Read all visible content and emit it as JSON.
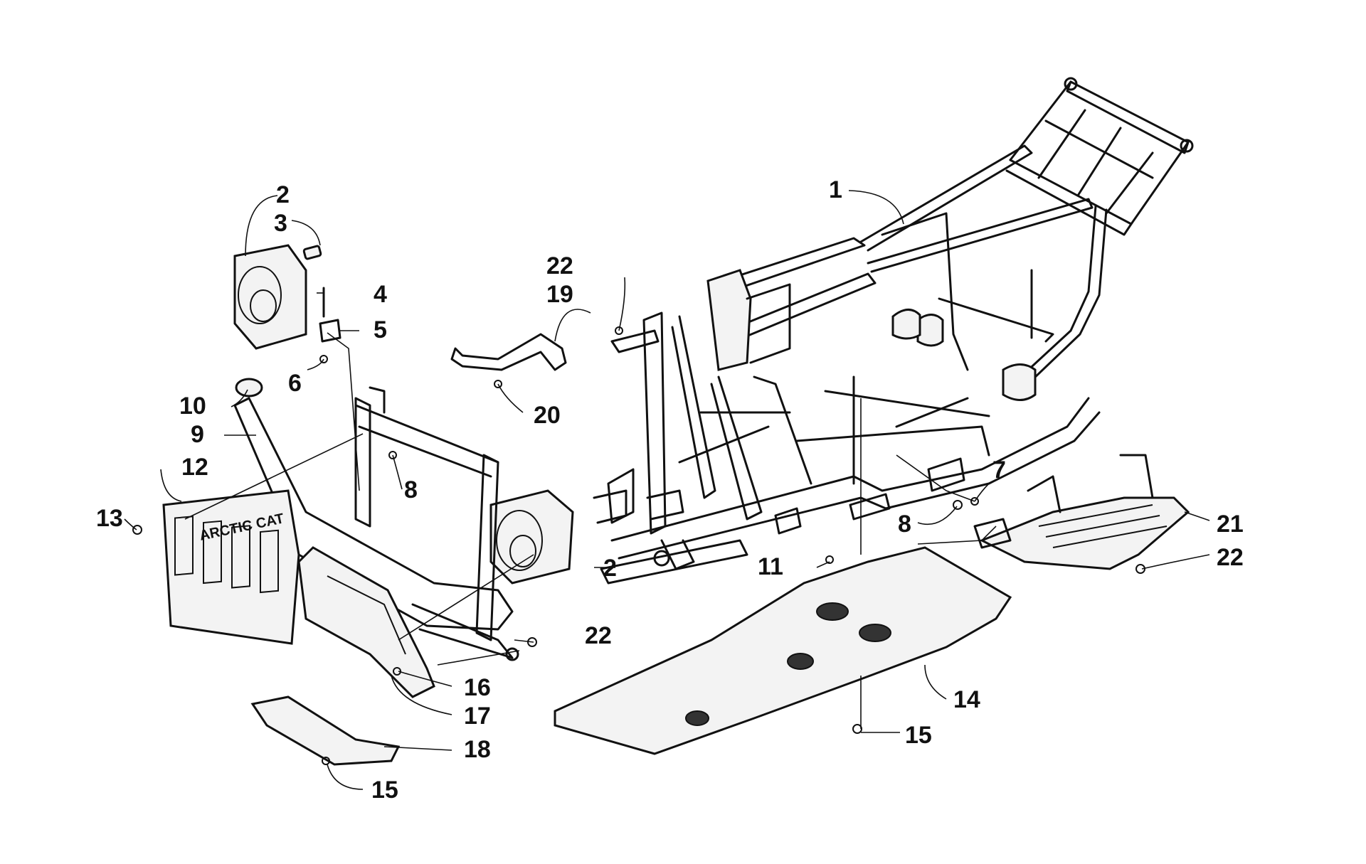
{
  "callouts": [
    {
      "id": "c1",
      "label": "1"
    },
    {
      "id": "c2a",
      "label": "2"
    },
    {
      "id": "c3",
      "label": "3"
    },
    {
      "id": "c4",
      "label": "4"
    },
    {
      "id": "c5",
      "label": "5"
    },
    {
      "id": "c6",
      "label": "6"
    },
    {
      "id": "c10",
      "label": "10"
    },
    {
      "id": "c9",
      "label": "9"
    },
    {
      "id": "c12",
      "label": "12"
    },
    {
      "id": "c13",
      "label": "13"
    },
    {
      "id": "c8a",
      "label": "8"
    },
    {
      "id": "c2b",
      "label": "2"
    },
    {
      "id": "c22a",
      "label": "22"
    },
    {
      "id": "c19",
      "label": "19"
    },
    {
      "id": "c20",
      "label": "20"
    },
    {
      "id": "c22b",
      "label": "22"
    },
    {
      "id": "c16",
      "label": "16"
    },
    {
      "id": "c17",
      "label": "17"
    },
    {
      "id": "c18",
      "label": "18"
    },
    {
      "id": "c15a",
      "label": "15"
    },
    {
      "id": "c11",
      "label": "11"
    },
    {
      "id": "c7",
      "label": "7"
    },
    {
      "id": "c8b",
      "label": "8"
    },
    {
      "id": "c21",
      "label": "21"
    },
    {
      "id": "c22c",
      "label": "22"
    },
    {
      "id": "c14",
      "label": "14"
    },
    {
      "id": "c15b",
      "label": "15"
    }
  ],
  "grille_badge": "ARCTIC CAT"
}
